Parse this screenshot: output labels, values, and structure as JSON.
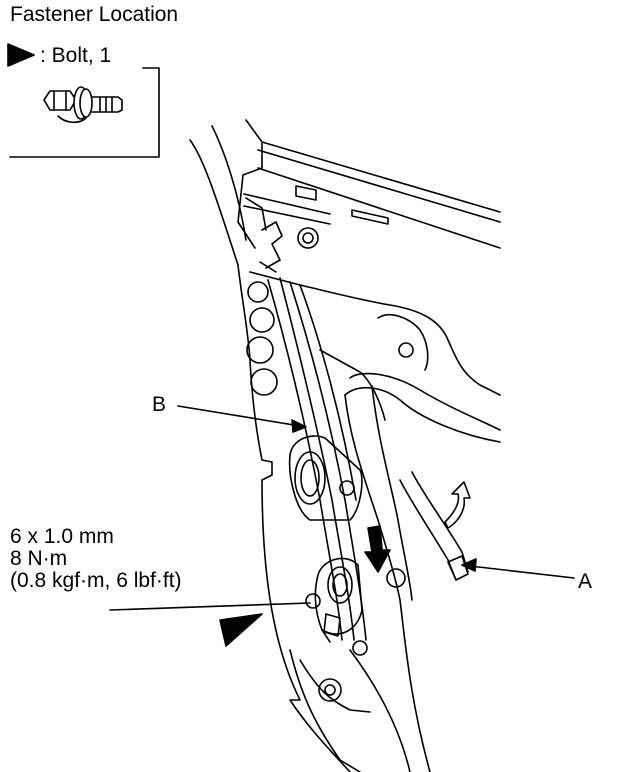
{
  "title": "Fastener Location",
  "legend": {
    "marker": "filled-triangle",
    "text": ": Bolt, 1"
  },
  "labels": {
    "a": "A",
    "b": "B"
  },
  "spec": {
    "size": "6 x 1.0 mm",
    "torque": "8 N·m",
    "torque_alt": "(0.8 kgf·m, 6 lbf·ft)"
  },
  "colors": {
    "line": "#000000",
    "background": "#ffffff"
  }
}
